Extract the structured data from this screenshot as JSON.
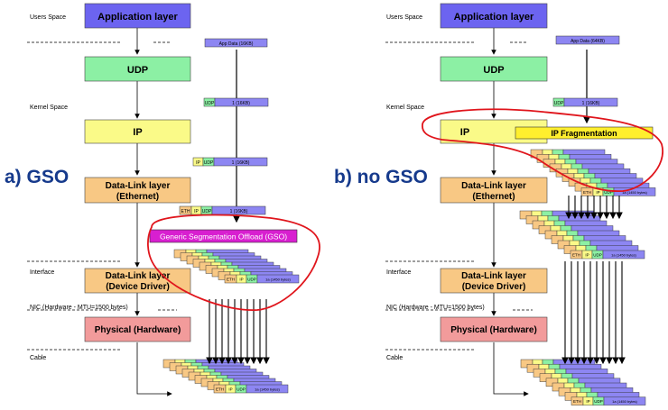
{
  "colors": {
    "app_layer": "#6c64f0",
    "udp_layer": "#8cf0a4",
    "ip_layer": "#fafa88",
    "datalink_layer": "#f8c884",
    "physical_layer": "#f29b9b",
    "data_box": "#8d86f2",
    "gso_box": "#d81fd0",
    "circle": "#e0151c",
    "frag_box": "#ffef2e",
    "title": "#163a8c"
  },
  "panels": [
    {
      "id": "a",
      "title": "a) GSO",
      "space_labels": {
        "users": "Users Space",
        "kernel": "Kernel Space",
        "interface": "Interface",
        "nic": "NIC (Hardware - MTU=1500 bytes)",
        "cable": "Cable"
      },
      "layers": {
        "app": "Application layer",
        "udp": "UDP",
        "ip": "IP",
        "datalink_eth_1": "Data-Link layer",
        "datalink_eth_2": "(Ethernet)",
        "datalink_drv_1": "Data-Link layer",
        "datalink_drv_2": "(Device Driver)",
        "physical": "Physical (Hardware)"
      },
      "packets": {
        "app_data": "App Data (16KB)",
        "udp_hdr": "UDP",
        "ip_hdr": "IP",
        "eth_hdr": "ETH",
        "payload_16kb": "1 (16KB)",
        "frag_payload": "1a (1450 bytes)"
      },
      "gso_label": "Generic Segmentation Offload (GSO)"
    },
    {
      "id": "b",
      "title": "b) no GSO",
      "space_labels": {
        "users": "Users Space",
        "kernel": "Kernel Space",
        "interface": "Interface",
        "nic": "NIC (Hardware - MTU=1500 bytes)",
        "cable": "Cable"
      },
      "layers": {
        "app": "Application layer",
        "udp": "UDP",
        "ip": "IP",
        "datalink_eth_1": "Data-Link layer",
        "datalink_eth_2": "(Ethernet)",
        "datalink_drv_1": "Data-Link layer",
        "datalink_drv_2": "(Device Driver)",
        "physical": "Physical (Hardware)"
      },
      "packets": {
        "app_data": "App Data (64KB)",
        "udp_hdr": "UDP",
        "ip_hdr": "IP",
        "eth_hdr": "ETH",
        "payload_16kb": "1 (16KB)",
        "frag_payload": "1a (1450 bytes)"
      },
      "ip_fragmentation_label": "IP Fragmentation"
    }
  ]
}
